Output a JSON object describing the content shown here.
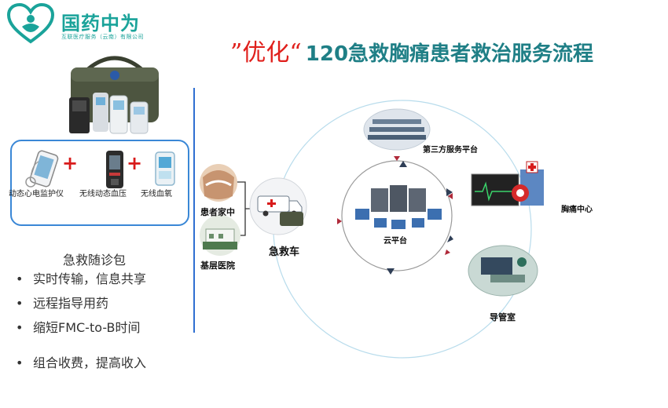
{
  "logo": {
    "name": "国药中为",
    "subtitle": "互联医疗服务（云南）有限公司",
    "color": "#1aa39a"
  },
  "title": {
    "quote_open": "”",
    "emphasis": "优化",
    "quote_close": "“",
    "main": "120急救胸痛患者救治服务流程",
    "emphasis_color": "#e0201c",
    "main_color": "#1f7f86"
  },
  "devices": {
    "items": [
      {
        "label": "动态心电监护仪",
        "icon": "ecg-monitor-icon"
      },
      {
        "label": "无线动态血压",
        "icon": "bp-monitor-icon"
      },
      {
        "label": "无线血氧",
        "icon": "oximeter-icon"
      }
    ],
    "plus": "+",
    "border_color": "#3a87d6"
  },
  "kit": {
    "title": "急救随诊包",
    "bullets": [
      "实时传输，信息共享",
      "远程指导用药",
      "缩短FMC-to-B时间",
      "组合收费，提高收入"
    ],
    "bullet_symbol": "•"
  },
  "diagram": {
    "nodes": {
      "patient_home": "患者家中",
      "primary_hospital": "基层医院",
      "ambulance": "急救车",
      "third_party": "第三方服务平台",
      "cloud": "云平台",
      "chest_center": "胸痛中心",
      "cath_lab": "导管室"
    },
    "divider_color": "#2f6fd1",
    "ring_color": "#a9d3e8"
  }
}
